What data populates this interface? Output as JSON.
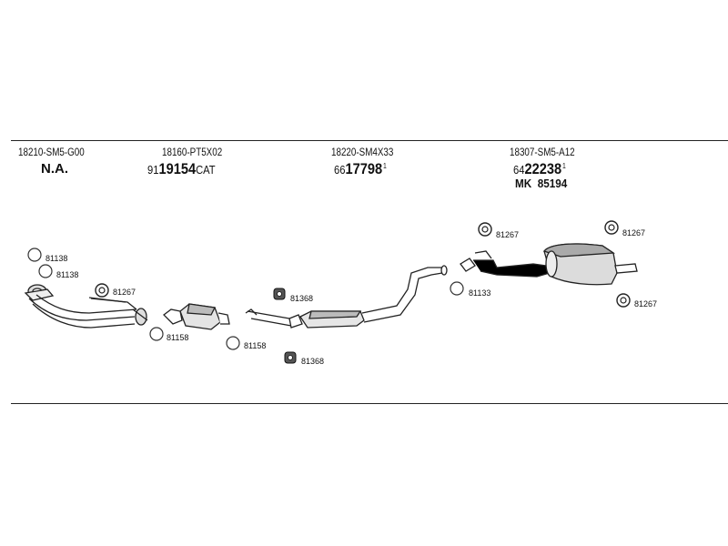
{
  "parts": [
    {
      "number": "18210-SM5-G00",
      "ref": "N.A."
    },
    {
      "number": "18160-PT5X02",
      "ref_prefix": "91",
      "ref_main": "19154",
      "ref_suffix": "CAT"
    },
    {
      "number": "18220-SM4X33",
      "ref_prefix": "66",
      "ref_main": "17798",
      "ref_sup": "1"
    },
    {
      "number": "18307-SM5-A12",
      "ref_prefix": "64",
      "ref_main": "22238",
      "ref_sup": "1",
      "mk_prefix": "MK",
      "mk_number": "85194"
    }
  ],
  "hardware_labels": {
    "l1": "81138",
    "l2": "81138",
    "l3": "81267",
    "l4": "81158",
    "l5": "81158",
    "l6": "81368",
    "l7": "81368",
    "l8": "81267",
    "l9": "81133",
    "l10": "81267",
    "l11": "81267"
  }
}
